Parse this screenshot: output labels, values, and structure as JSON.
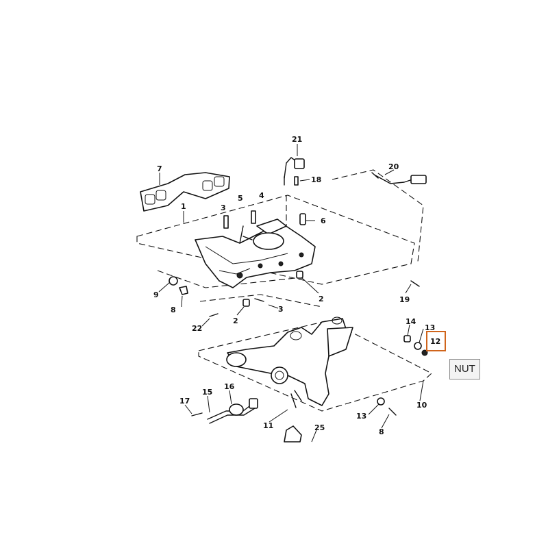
{
  "diagram": {
    "callouts": {
      "c1": "1",
      "c2a": "2",
      "c2b": "2",
      "c3a": "3",
      "c3b": "3",
      "c4": "4",
      "c5": "5",
      "c6": "6",
      "c7": "7",
      "c8a": "8",
      "c8b": "8",
      "c9": "9",
      "c10": "10",
      "c11": "11",
      "c12": "12",
      "c13a": "13",
      "c13b": "13",
      "c14": "14",
      "c15": "15",
      "c16": "16",
      "c17": "17",
      "c18": "18",
      "c19": "19",
      "c20": "20",
      "c21": "21",
      "c22": "22",
      "c25": "25"
    }
  },
  "highlight": {
    "part_number": "12"
  },
  "tooltip": {
    "text": "NUT"
  }
}
